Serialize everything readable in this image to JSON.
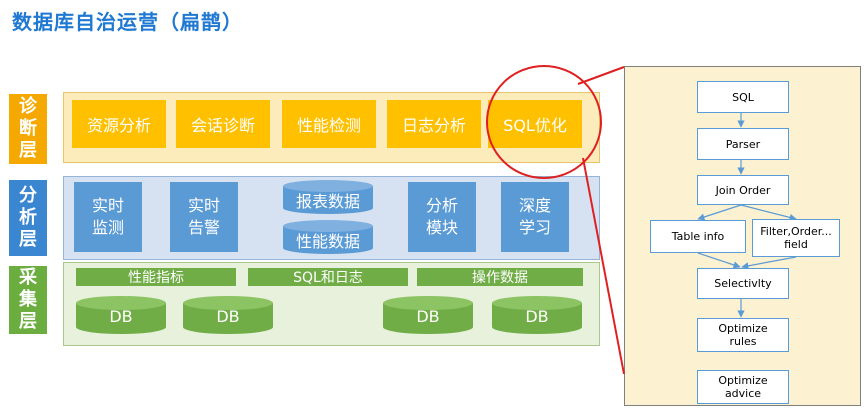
{
  "title": "数据库自治运营（扁鹊）",
  "layers": {
    "diagnosis": {
      "label": [
        "诊",
        "断",
        "层"
      ],
      "items": [
        "资源分析",
        "会话诊断",
        "性能检测",
        "日志分析",
        "SQL优化"
      ]
    },
    "analysis": {
      "label": [
        "分",
        "析",
        "层"
      ],
      "boxes": [
        {
          "line1": "实时",
          "line2": "监测"
        },
        {
          "line1": "实时",
          "line2": "告警"
        },
        {
          "line1": "分析",
          "line2": "模块"
        },
        {
          "line1": "深度",
          "line2": "学习"
        }
      ],
      "cylinders": [
        "报表数据",
        "性能数据"
      ]
    },
    "collection": {
      "label": [
        "采",
        "集",
        "层"
      ],
      "bars": [
        "性能指标",
        "SQL和日志",
        "操作数据"
      ],
      "dbs": [
        "DB",
        "DB",
        "DB",
        "DB"
      ]
    }
  },
  "flow": {
    "sql": "SQL",
    "parser": "Parser",
    "join_order": "Join Order",
    "table_info": "Table info",
    "filter": {
      "line1": "Filter,Order...",
      "line2": "field"
    },
    "selectivity": "Selectivlty",
    "optimize_rules": {
      "line1": "Optimize",
      "line2": "rules"
    },
    "optimize_advice": {
      "line1": "Optimize",
      "line2": "advice"
    }
  },
  "colors": {
    "title": "#1F78D1",
    "orange": "#FFC000",
    "blue": "#5B9BD5",
    "green": "#70AD47",
    "highlight": "#E02020"
  }
}
